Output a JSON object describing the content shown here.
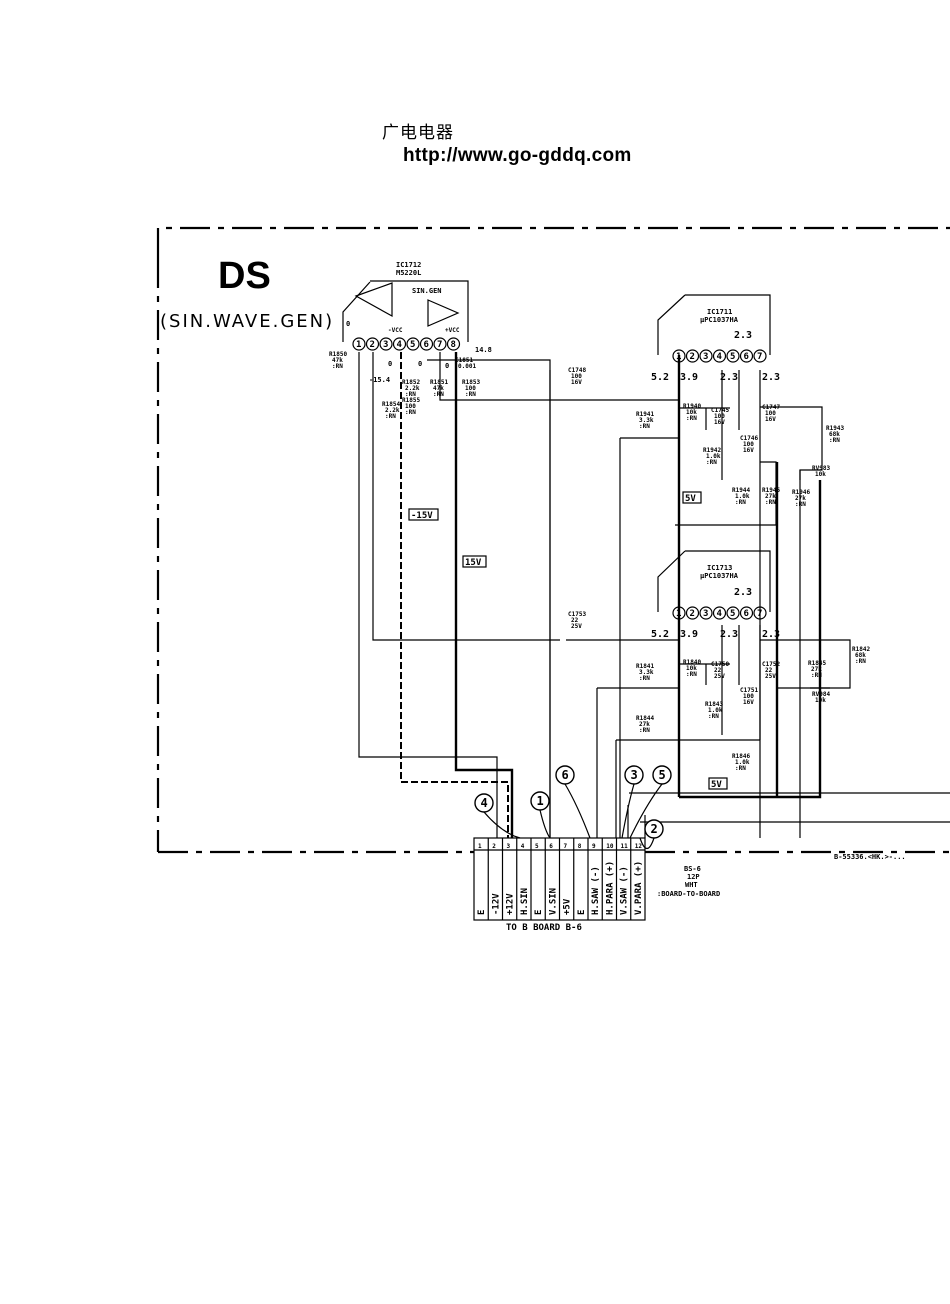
{
  "header": {
    "site_name_cn": "广电电器",
    "url": "http://www.go-gddq.com"
  },
  "schematic": {
    "board_title": "DS",
    "board_subtitle": "(SIN.WAVE.GEN)",
    "footer_code": "B-55336.<HK.>-...",
    "ic1712": {
      "ref": "IC1712",
      "part": "M5220L",
      "function_label": "SIN.GEN",
      "neg_supply": "-VCC",
      "pos_supply": "+VCC",
      "pins": [
        "1",
        "2",
        "3",
        "4",
        "5",
        "6",
        "7",
        "8"
      ],
      "voltages": {
        "pin1": "0",
        "pin2": "0",
        "pin4": "-15.4",
        "pin5": "0",
        "pin7": "0",
        "pin8": "14.8"
      }
    },
    "ic1711": {
      "ref": "IC1711",
      "part": "μPC1037HA",
      "pins": [
        "1",
        "2",
        "3",
        "4",
        "5",
        "6",
        "7"
      ],
      "voltages": {
        "pin1": "5.2",
        "pin3": "3.9",
        "pin5": "2.3",
        "pin6": "2.3",
        "pin7": "2.3"
      }
    },
    "ic1713": {
      "ref": "IC1713",
      "part": "μPC1037HA",
      "pins": [
        "1",
        "2",
        "3",
        "4",
        "5",
        "6",
        "7"
      ],
      "voltages": {
        "pin1": "5.2",
        "pin3": "3.9",
        "pin5": "2.3",
        "pin6": "2.3",
        "pin7": "2.3"
      }
    },
    "components": [
      {
        "ref": "R1850",
        "value": "47k",
        "note": ":RN"
      },
      {
        "ref": "R1852",
        "value": "2.2k",
        "note": ":RN"
      },
      {
        "ref": "R1851",
        "value": "47k",
        "note": ":RN"
      },
      {
        "ref": "R1853",
        "value": "100",
        "note": ":RN"
      },
      {
        "ref": "R1854",
        "value": "2.2k",
        "note": ":RN"
      },
      {
        "ref": "R1855",
        "value": "100",
        "note": ":RN"
      },
      {
        "ref": "C1851",
        "value": "0.001",
        "note": ""
      },
      {
        "ref": "C1748",
        "value": "100",
        "note": "16V"
      },
      {
        "ref": "R1941",
        "value": "3.3k",
        "note": ":RN"
      },
      {
        "ref": "R1940",
        "value": "10k",
        "note": ":RN"
      },
      {
        "ref": "C1745",
        "value": "100",
        "note": "16V"
      },
      {
        "ref": "C1746",
        "value": "100",
        "note": "16V"
      },
      {
        "ref": "C1747",
        "value": "100",
        "note": "16V"
      },
      {
        "ref": "R1942",
        "value": "1.0k",
        "note": ":RN"
      },
      {
        "ref": "R1943",
        "value": "68k",
        "note": ":RN"
      },
      {
        "ref": "RV983",
        "value": "10k",
        "note": ""
      },
      {
        "ref": "R1944",
        "value": "1.0k",
        "note": ":RN"
      },
      {
        "ref": "R1945",
        "value": "27k",
        "note": ":RN"
      },
      {
        "ref": "R1946",
        "value": "27k",
        "note": ":RN"
      },
      {
        "ref": "C1753",
        "value": "22",
        "note": "25V"
      },
      {
        "ref": "R1841",
        "value": "3.3k",
        "note": ":RN"
      },
      {
        "ref": "R1840",
        "value": "10k",
        "note": ":RN"
      },
      {
        "ref": "C1750",
        "value": "22",
        "note": "25V"
      },
      {
        "ref": "C1751",
        "value": "100",
        "note": "16V"
      },
      {
        "ref": "C1752",
        "value": "22",
        "note": "25V"
      },
      {
        "ref": "R1843",
        "value": "1.0k",
        "note": ":RN"
      },
      {
        "ref": "R1845",
        "value": "27k",
        "note": ":RN"
      },
      {
        "ref": "R1842",
        "value": "68k",
        "note": ":RN"
      },
      {
        "ref": "RV984",
        "value": "10k",
        "note": ""
      },
      {
        "ref": "R1844",
        "value": "27k",
        "note": ":RN"
      },
      {
        "ref": "R1846",
        "value": "1.0k",
        "note": ":RN"
      }
    ],
    "supply_tags": [
      "-15V",
      "15V",
      "5V",
      "5V"
    ],
    "callouts": [
      "1",
      "2",
      "3",
      "4",
      "5",
      "6"
    ],
    "connector": {
      "ref": "BS-6",
      "pins_count": "12P",
      "color": "WHT",
      "type": ":BOARD-TO-BOARD",
      "destination": "TO B BOARD B-6",
      "pins": [
        {
          "num": "1",
          "name": "E"
        },
        {
          "num": "2",
          "name": "-12V"
        },
        {
          "num": "3",
          "name": "+12V"
        },
        {
          "num": "4",
          "name": "H.SIN"
        },
        {
          "num": "5",
          "name": "E"
        },
        {
          "num": "6",
          "name": "V.SIN"
        },
        {
          "num": "7",
          "name": "+5V"
        },
        {
          "num": "8",
          "name": "E"
        },
        {
          "num": "9",
          "name": "H.SAW (-)"
        },
        {
          "num": "10",
          "name": "H.PARA (+)"
        },
        {
          "num": "11",
          "name": "V.SAW (-)"
        },
        {
          "num": "12",
          "name": "V.PARA (+)"
        }
      ]
    }
  }
}
